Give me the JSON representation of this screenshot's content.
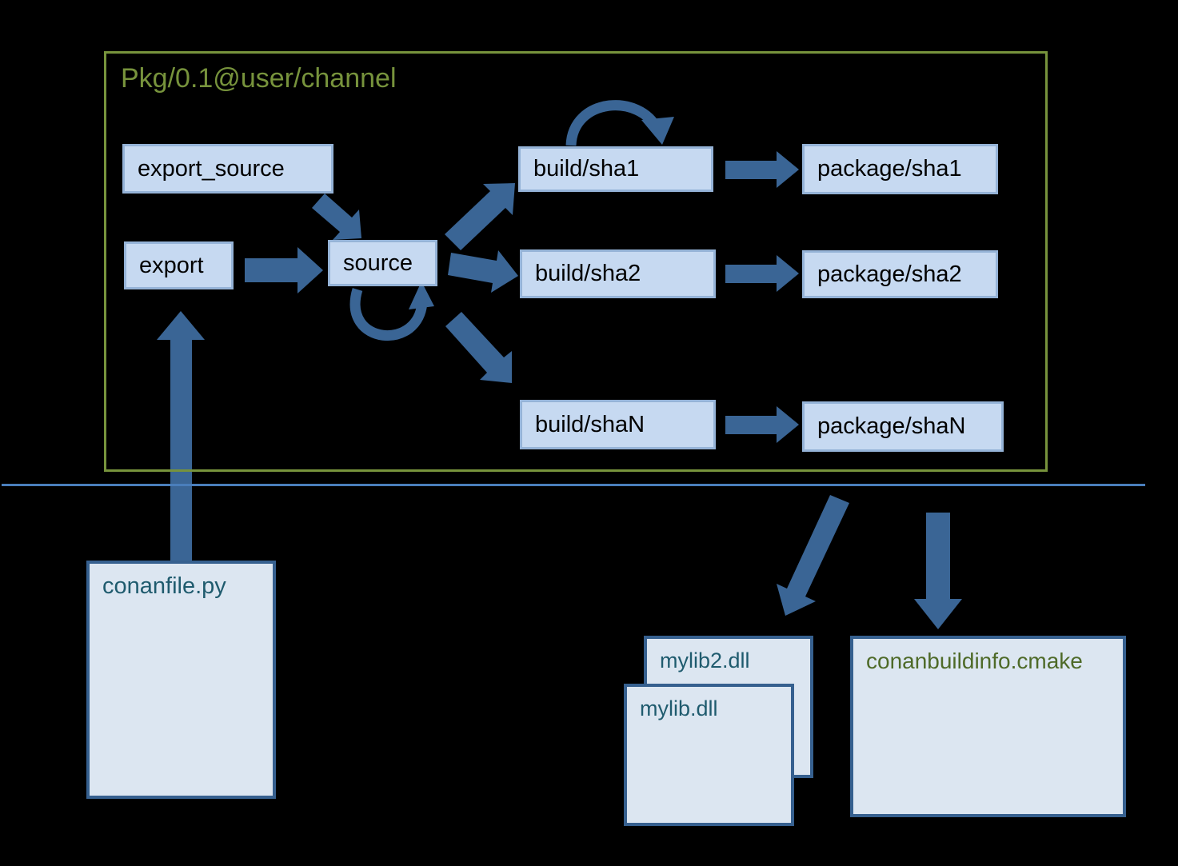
{
  "diagram": {
    "title": "Pkg/0.1@user/channel",
    "nodes": {
      "export_source": "export_source",
      "export": "export",
      "source": "source",
      "build_sha1": "build/sha1",
      "build_sha2": "build/sha2",
      "build_shaN": "build/shaN",
      "package_sha1": "package/sha1",
      "package_sha2": "package/sha2",
      "package_shaN": "package/shaN"
    },
    "files": {
      "conanfile": "conanfile.py",
      "mylib2": "mylib2.dll",
      "mylib": "mylib.dll",
      "conanbuildinfo": "conanbuildinfo.cmake"
    },
    "colors": {
      "background": "#000000",
      "pkg_border": "#77933c",
      "title_text": "#77933c",
      "node_fill": "#c6d9f1",
      "node_border": "#95b3d7",
      "node_text": "#000000",
      "arrow_fill": "#3a6595",
      "divider_line": "#4a7ebb",
      "file_fill": "#dce6f1",
      "file_border": "#36608f",
      "file_text": "#1f5b6e",
      "cmake_text": "#4e6a28"
    }
  }
}
